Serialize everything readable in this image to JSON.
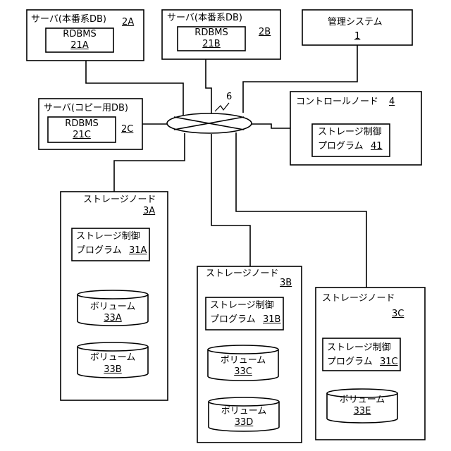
{
  "network": {
    "ref": "6"
  },
  "servers": {
    "server_2a": {
      "title": "サーバ(本番系DB)",
      "ref": "2A",
      "db": "RDBMS",
      "db_ref": "21A"
    },
    "server_2b": {
      "title": "サーバ(本番系DB)",
      "ref": "2B",
      "db": "RDBMS",
      "db_ref": "21B"
    },
    "server_2c": {
      "title": "サーバ(コピー用DB)",
      "ref": "2C",
      "db": "RDBMS",
      "db_ref": "21C"
    }
  },
  "management": {
    "title": "管理システム",
    "ref": "1"
  },
  "controller": {
    "title": "コントロールノード",
    "ref": "4",
    "program_line1": "ストレージ制御",
    "program_line2": "プログラム",
    "program_ref": "41"
  },
  "nodes": {
    "node_3a": {
      "title": "ストレージノード",
      "ref": "3A",
      "program_line1": "ストレージ制御",
      "program_line2": "プログラム",
      "program_ref": "31A",
      "volumes": [
        {
          "label": "ボリューム",
          "ref": "33A"
        },
        {
          "label": "ボリューム",
          "ref": "33B"
        }
      ]
    },
    "node_3b": {
      "title": "ストレージノード",
      "ref": "3B",
      "program_line1": "ストレージ制御",
      "program_line2": "プログラム",
      "program_ref": "31B",
      "volumes": [
        {
          "label": "ボリューム",
          "ref": "33C"
        },
        {
          "label": "ボリューム",
          "ref": "33D"
        }
      ]
    },
    "node_3c": {
      "title": "ストレージノード",
      "ref": "3C",
      "program_line1": "ストレージ制御",
      "program_line2": "プログラム",
      "program_ref": "31C",
      "volumes": [
        {
          "label": "ボリューム",
          "ref": "33E"
        }
      ]
    }
  }
}
